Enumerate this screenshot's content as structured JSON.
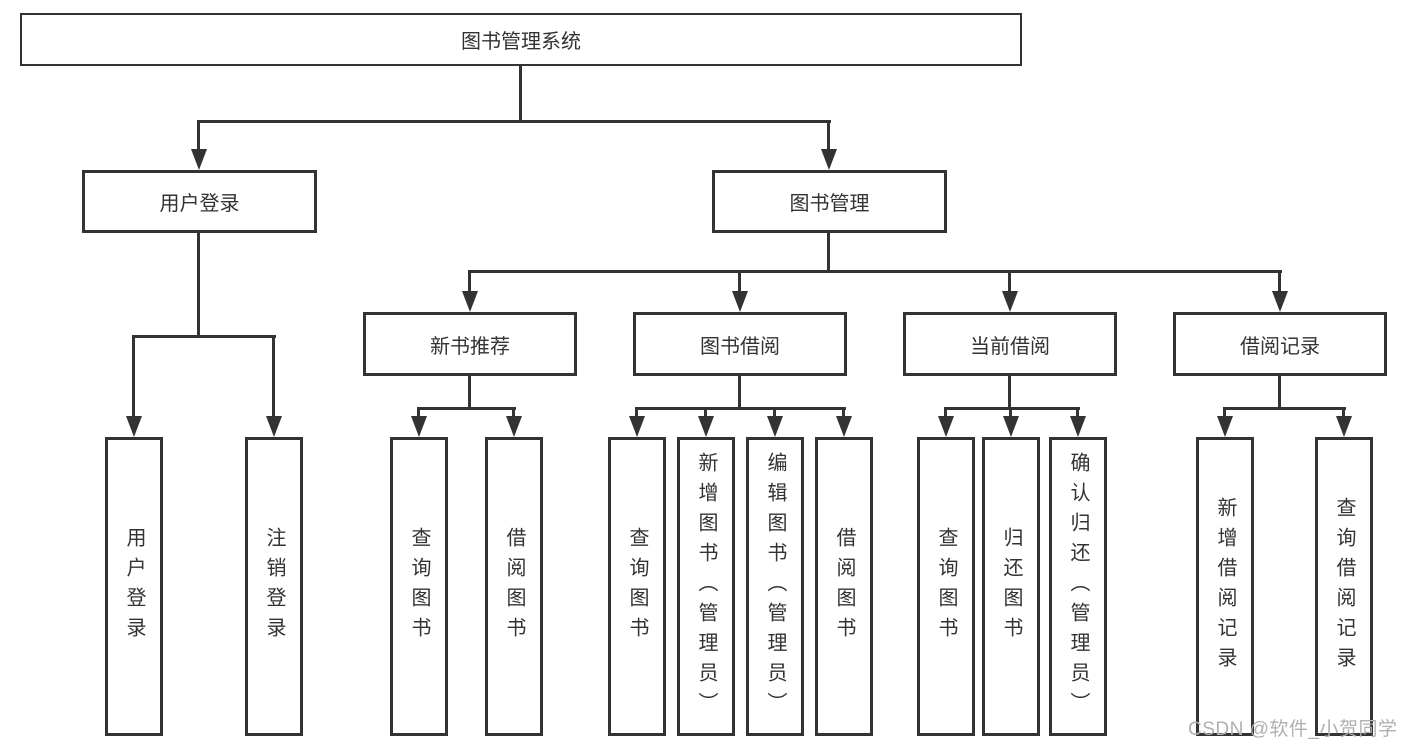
{
  "colors": {
    "line": "#333333",
    "box_border": "#333333",
    "text": "#333333",
    "background": "#ffffff",
    "watermark": "#b0b0b0"
  },
  "tree": {
    "root": {
      "label": "图书管理系统",
      "children": [
        {
          "label": "用户登录",
          "children": [
            {
              "label": "用户登录"
            },
            {
              "label": "注销登录"
            }
          ]
        },
        {
          "label": "图书管理",
          "children": [
            {
              "label": "新书推荐",
              "children": [
                {
                  "label": "查询图书"
                },
                {
                  "label": "借阅图书"
                }
              ]
            },
            {
              "label": "图书借阅",
              "children": [
                {
                  "label": "查询图书"
                },
                {
                  "label": "新增图书（管理员）"
                },
                {
                  "label": "编辑图书（管理员）"
                },
                {
                  "label": "借阅图书"
                }
              ]
            },
            {
              "label": "当前借阅",
              "children": [
                {
                  "label": "查询图书"
                },
                {
                  "label": "归还图书"
                },
                {
                  "label": "确认归还（管理员）"
                }
              ]
            },
            {
              "label": "借阅记录",
              "children": [
                {
                  "label": "新增借阅记录"
                },
                {
                  "label": "查询借阅记录"
                }
              ]
            }
          ]
        }
      ]
    }
  },
  "watermark": {
    "text": "CSDN @软件_小贺同学"
  }
}
